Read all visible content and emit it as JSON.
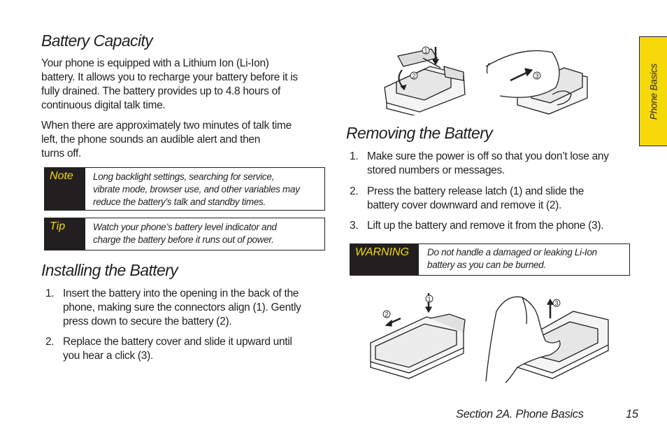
{
  "battery_capacity": {
    "heading": "Battery Capacity",
    "para1": [
      "Your phone is equipped with a Lithium Ion (Li-Ion)",
      "battery. It allows you to recharge your battery before it is",
      "fully drained. The battery provides up to 4.8 hours of",
      "continuous digital talk time."
    ],
    "para2": [
      "When there are approximately two minutes of talk time",
      "left, the phone sounds an audible alert and then",
      "turns off."
    ]
  },
  "note": {
    "label": "Note",
    "lines": [
      "Long backlight settings, searching for service,",
      "vibrate mode, browser use, and other variables may",
      "reduce the battery’s talk and standby times."
    ]
  },
  "tip": {
    "label": "Tip",
    "lines": [
      "Watch your phone’s battery level indicator and",
      "charge the battery before it runs out of power."
    ]
  },
  "installing": {
    "heading": "Installing the Battery",
    "steps": [
      {
        "num": "1.",
        "lines": [
          "Insert the battery into the opening in the back of the",
          "phone, making sure the connectors align (1). Gently",
          "press down to secure the battery (2)."
        ]
      },
      {
        "num": "2.",
        "lines": [
          "Replace the battery cover and slide it upward until",
          "you hear a click (3)."
        ]
      }
    ]
  },
  "removing": {
    "heading": "Removing the Battery",
    "steps": [
      {
        "num": "1.",
        "lines": [
          "Make sure the power is off so that you don’t lose any",
          "stored numbers or messages."
        ]
      },
      {
        "num": "2.",
        "lines": [
          "Press the battery release latch (1) and slide the",
          "battery cover downward and remove it (2)."
        ]
      },
      {
        "num": "3.",
        "lines": [
          "Lift up the battery and remove it from the phone (3)."
        ]
      }
    ]
  },
  "warning": {
    "label": "WARNING",
    "lines": [
      "Do not handle a damaged or leaking Li-Ion",
      "battery as you can be burned."
    ]
  },
  "figure_callouts": {
    "top": [
      "1",
      "2",
      "3"
    ],
    "bottom": [
      "1",
      "2",
      "3"
    ]
  },
  "side_tab": "Phone Basics",
  "footer": {
    "section": "Section 2A. Phone Basics",
    "page": "15"
  },
  "colors": {
    "accent_yellow": "#f5d90a",
    "ink": "#231f20"
  }
}
